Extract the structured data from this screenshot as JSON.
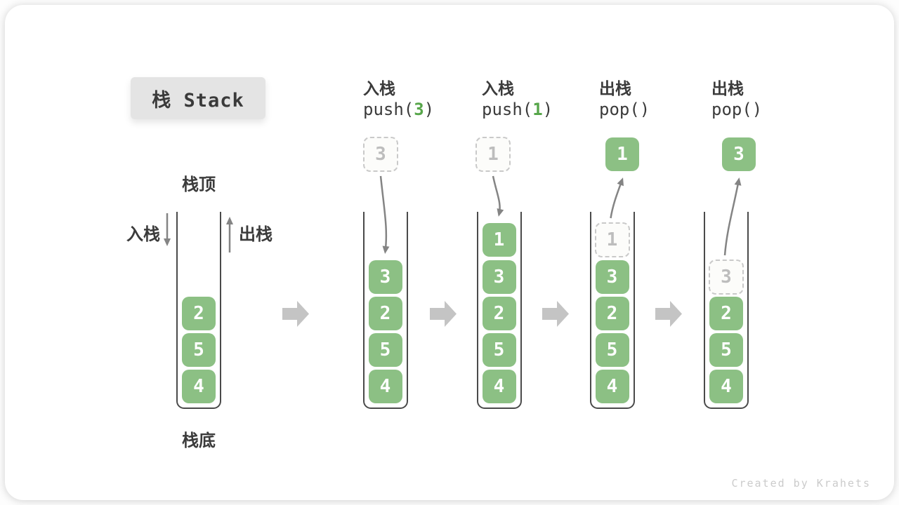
{
  "title": "栈 Stack",
  "watermark": "Created by Krahets",
  "legend": {
    "top_label": "栈顶",
    "bottom_label": "栈底",
    "push_label": "入栈",
    "pop_label": "出栈"
  },
  "colors": {
    "box_green": "#8CC084",
    "code_arg_green": "#57A64A",
    "text_dark": "#3B3B3B",
    "ghost_gray": "#BDBDBD",
    "flow_arrow_gray": "#848484",
    "step_arrow_gray": "#C4C4C4"
  },
  "columns": [
    {
      "name": "initial-stack",
      "operation": null,
      "header": null,
      "floating": null,
      "cells": [
        {
          "value": "2",
          "ghost": false
        },
        {
          "value": "5",
          "ghost": false
        },
        {
          "value": "4",
          "ghost": false
        }
      ]
    },
    {
      "name": "push-3",
      "operation": "push",
      "header": {
        "op": "入栈",
        "code_pre": "push(",
        "code_arg": "3",
        "code_post": ")"
      },
      "floating": {
        "value": "3",
        "variant": "dashed"
      },
      "cells": [
        {
          "value": "3",
          "ghost": false
        },
        {
          "value": "2",
          "ghost": false
        },
        {
          "value": "5",
          "ghost": false
        },
        {
          "value": "4",
          "ghost": false
        }
      ]
    },
    {
      "name": "push-1",
      "operation": "push",
      "header": {
        "op": "入栈",
        "code_pre": "push(",
        "code_arg": "1",
        "code_post": ")"
      },
      "floating": {
        "value": "1",
        "variant": "dashed"
      },
      "cells": [
        {
          "value": "1",
          "ghost": false
        },
        {
          "value": "3",
          "ghost": false
        },
        {
          "value": "2",
          "ghost": false
        },
        {
          "value": "5",
          "ghost": false
        },
        {
          "value": "4",
          "ghost": false
        }
      ]
    },
    {
      "name": "pop-1",
      "operation": "pop",
      "header": {
        "op": "出栈",
        "code_pre": "pop(",
        "code_arg": "",
        "code_post": ")"
      },
      "floating": {
        "value": "1",
        "variant": "solid"
      },
      "cells": [
        {
          "value": "1",
          "ghost": true
        },
        {
          "value": "3",
          "ghost": false
        },
        {
          "value": "2",
          "ghost": false
        },
        {
          "value": "5",
          "ghost": false
        },
        {
          "value": "4",
          "ghost": false
        }
      ]
    },
    {
      "name": "pop-3",
      "operation": "pop",
      "header": {
        "op": "出栈",
        "code_pre": "pop(",
        "code_arg": "",
        "code_post": ")"
      },
      "floating": {
        "value": "3",
        "variant": "solid"
      },
      "cells": [
        {
          "value": "3",
          "ghost": true
        },
        {
          "value": "2",
          "ghost": false
        },
        {
          "value": "5",
          "ghost": false
        },
        {
          "value": "4",
          "ghost": false
        }
      ]
    }
  ]
}
